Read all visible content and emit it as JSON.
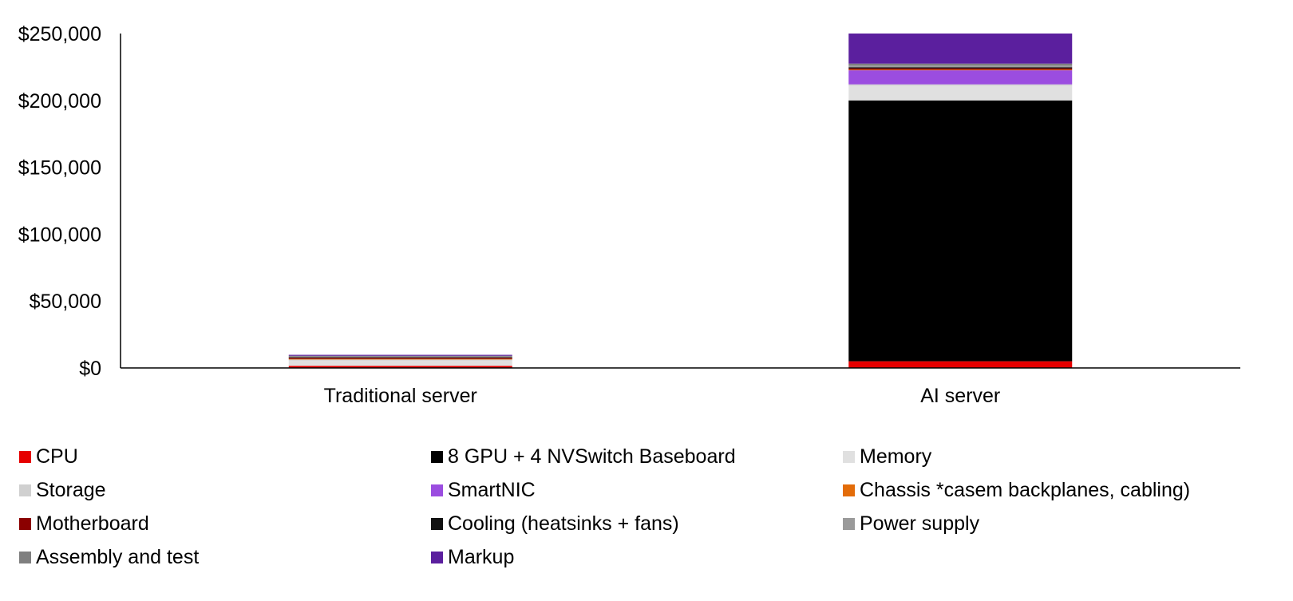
{
  "chart_data": {
    "type": "bar",
    "stacked": true,
    "categories": [
      "Traditional server",
      "AI server"
    ],
    "ylim": [
      0,
      250000
    ],
    "yticks": [
      0,
      50000,
      100000,
      150000,
      200000,
      250000
    ],
    "ytick_labels": [
      "$0",
      "$50,000",
      "$100,000",
      "$150,000",
      "$200,000",
      "$250,000"
    ],
    "grid": false,
    "legend_position": "bottom",
    "series": [
      {
        "name": "CPU",
        "color": "#e60000",
        "values": [
          1500,
          5000
        ]
      },
      {
        "name": "8 GPU + 4 NVSwitch Baseboard",
        "color": "#000000",
        "values": [
          0,
          195000
        ]
      },
      {
        "name": "Memory",
        "color": "#e0e0e0",
        "values": [
          4000,
          11000
        ]
      },
      {
        "name": "Storage",
        "color": "#d0d0d0",
        "values": [
          1000,
          1000
        ]
      },
      {
        "name": "SmartNIC",
        "color": "#9b4de0",
        "values": [
          0,
          10500
        ]
      },
      {
        "name": "Chassis *casem backplanes, cabling)",
        "color": "#e36c09",
        "values": [
          300,
          500
        ]
      },
      {
        "name": "Motherboard",
        "color": "#8b0000",
        "values": [
          900,
          1000
        ]
      },
      {
        "name": "Cooling (heatsinks + fans)",
        "color": "#111111",
        "values": [
          300,
          800
        ]
      },
      {
        "name": "Power supply",
        "color": "#9a9a9a",
        "values": [
          600,
          1200
        ]
      },
      {
        "name": "Assembly and test",
        "color": "#7f7f7f",
        "values": [
          500,
          1500
        ]
      },
      {
        "name": "Markup",
        "color": "#5b1f9e",
        "values": [
          700,
          22500
        ]
      }
    ]
  }
}
